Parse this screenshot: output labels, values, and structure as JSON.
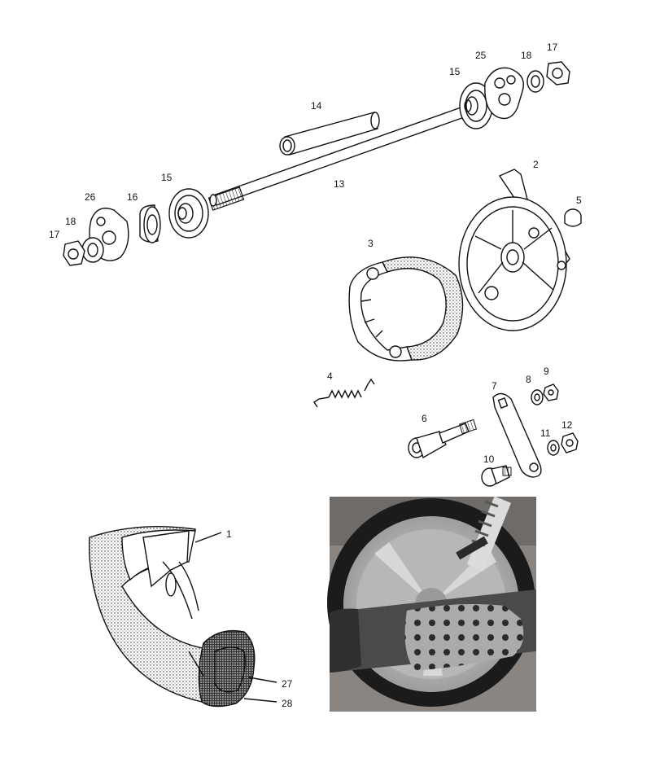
{
  "parts": [
    {
      "label": "1"
    },
    {
      "label": "2"
    },
    {
      "label": "3"
    },
    {
      "label": "4"
    },
    {
      "label": "5"
    },
    {
      "label": "6"
    },
    {
      "label": "7"
    },
    {
      "label": "8"
    },
    {
      "label": "9"
    },
    {
      "label": "10"
    },
    {
      "label": "11"
    },
    {
      "label": "12"
    },
    {
      "label": "13"
    },
    {
      "label": "14"
    },
    {
      "label": "15"
    },
    {
      "label": "15"
    },
    {
      "label": "16"
    },
    {
      "label": "17"
    },
    {
      "label": "17"
    },
    {
      "label": "18"
    },
    {
      "label": "18"
    },
    {
      "label": "25"
    },
    {
      "label": "26"
    },
    {
      "label": "27"
    },
    {
      "label": "28"
    }
  ],
  "photo": {
    "subject": "scooter rear wheel with exhaust"
  },
  "colors": {
    "ink": "#111111",
    "photo_tire": "#1b1b1b",
    "photo_rim": "#c8c8c8",
    "photo_exhaust": "#4a4a4a",
    "photo_ground": "#8a8580"
  }
}
